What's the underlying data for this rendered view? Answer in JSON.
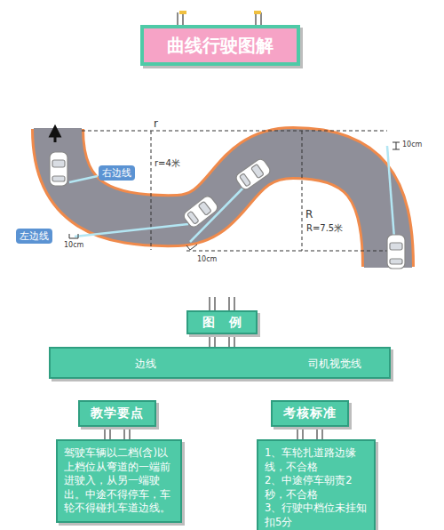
{
  "diagram": {
    "title": "曲线行驶图解",
    "nodes": [
      {
        "text": [
          "右边线"
        ]
      },
      {
        "text": [
          "左边线"
        ]
      },
      {
        "text": [
          "图　例"
        ]
      },
      {
        "text": [
          "教学要点"
        ]
      },
      {
        "text": [
          "驾驶车辆以二档(含)以上档位从弯道的一端前进驶入，从另一端驶出。中途不得停车，车轮不得碰扎车道边线。"
        ]
      },
      {
        "text": [
          "考核标准"
        ]
      },
      {
        "text": [
          "1、车轮扎道路边缘线，不合格",
          "2、中途停车朝责2秒，不合格",
          "3、行驶中档位未挂知扣5分"
        ]
      }
    ],
    "edges": [
      {
        "from": 3,
        "to": 4,
        "arrow": "none"
      },
      {
        "from": 5,
        "to": 6,
        "arrow": "none"
      }
    ],
    "labels": [
      "r",
      "r=4米",
      "R",
      "R=7.5米",
      "10cm",
      "10cm",
      "10cm"
    ],
    "legend": [
      {
        "text": "边线"
      },
      {
        "text": "司机视觉线"
      }
    ]
  }
}
